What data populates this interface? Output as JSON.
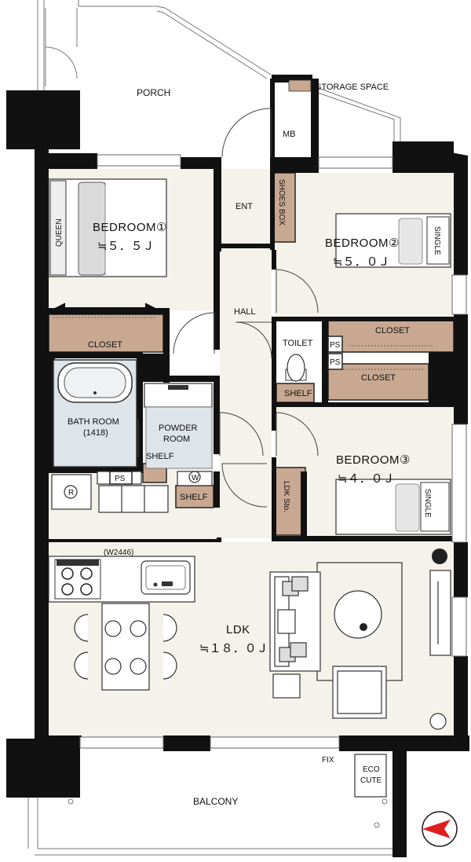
{
  "legend": {
    "storage_label": "STORAGE SPACE",
    "storage_color": "#c9a892"
  },
  "rooms": {
    "porch": "PORCH",
    "mb": "MB",
    "ent": "ENT",
    "shoes_box": "SHOES BOX",
    "hall": "HALL",
    "bedroom1": {
      "name": "BEDROOM①",
      "area": "≒５．５Ｊ"
    },
    "bedroom2": {
      "name": "BEDROOM②",
      "area": "≒５．０Ｊ"
    },
    "bedroom3": {
      "name": "BEDROOM③",
      "area": "≒４．０Ｊ"
    },
    "closet_b1": "CLOSET",
    "closet_b2": "CLOSET",
    "closet_b3": "CLOSET",
    "bath": {
      "name": "BATH ROOM",
      "size": "(1418)"
    },
    "powder": {
      "line1": "POWDER",
      "line2": "ROOM"
    },
    "shelf_powder": "SHELF",
    "shelf_wash": "SHELF",
    "shelf_toilet": "SHELF",
    "toilet": "TOILET",
    "ps_toilet_a": "PS",
    "ps_toilet_b": "PS",
    "ps_bath": "PS",
    "fridge_mark": "R",
    "washer_mark": "W",
    "ldk_storage": "LDK Sto.",
    "ldk": {
      "name": "LDK",
      "area": "≒１８．０Ｊ"
    },
    "kitchen_size": "(W2446)",
    "balcony": "BALCONY",
    "fix": "FIX",
    "eco_cute": {
      "line1": "ECO",
      "line2": "CUTE"
    }
  },
  "furniture": {
    "queen": "QUEEN",
    "single_b2": "SINGLE",
    "single_b3": "SINGLE"
  },
  "colors": {
    "wall": "#111111",
    "floor": "#f4f2ea",
    "storage": "#c9a892",
    "bath_fill": "#dde4ea",
    "compass_needle": "#e01e1e"
  }
}
